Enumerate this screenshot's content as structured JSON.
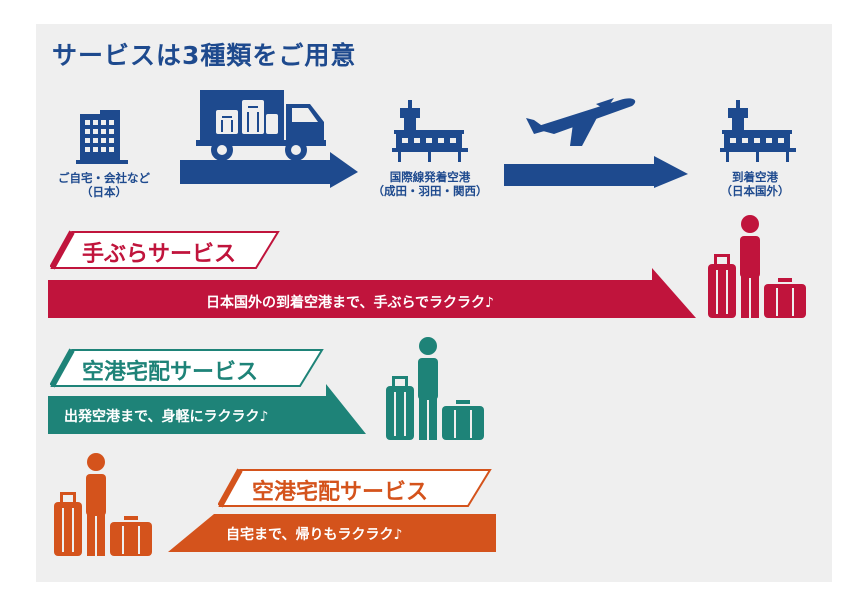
{
  "title": "サービスは3種類をご用意",
  "locations": {
    "home": {
      "line1": "ご自宅・会社など",
      "line2": "（日本）"
    },
    "departure_airport": {
      "line1": "国際線発着空港",
      "line2": "（成田・羽田・関西）"
    },
    "arrival_airport": {
      "line1": "到着空港",
      "line2": "（日本国外）"
    }
  },
  "services": [
    {
      "name": "手ぶらサービス",
      "description": "日本国外の到着空港まで、手ぶらでラクラク♪",
      "color": "#c0143c"
    },
    {
      "name": "空港宅配サービス",
      "description": "出発空港まで、身軽にラクラク♪",
      "color": "#1e8378"
    },
    {
      "name": "空港宅配サービス",
      "description": "自宅まで、帰りもラクラク♪",
      "color": "#d4531c"
    }
  ],
  "colors": {
    "navy": "#1e4a8e",
    "background": "#efefef"
  },
  "icons": [
    "building-icon",
    "delivery-truck-icon",
    "control-tower-icon",
    "airplane-icon",
    "traveler-with-luggage-icon"
  ]
}
